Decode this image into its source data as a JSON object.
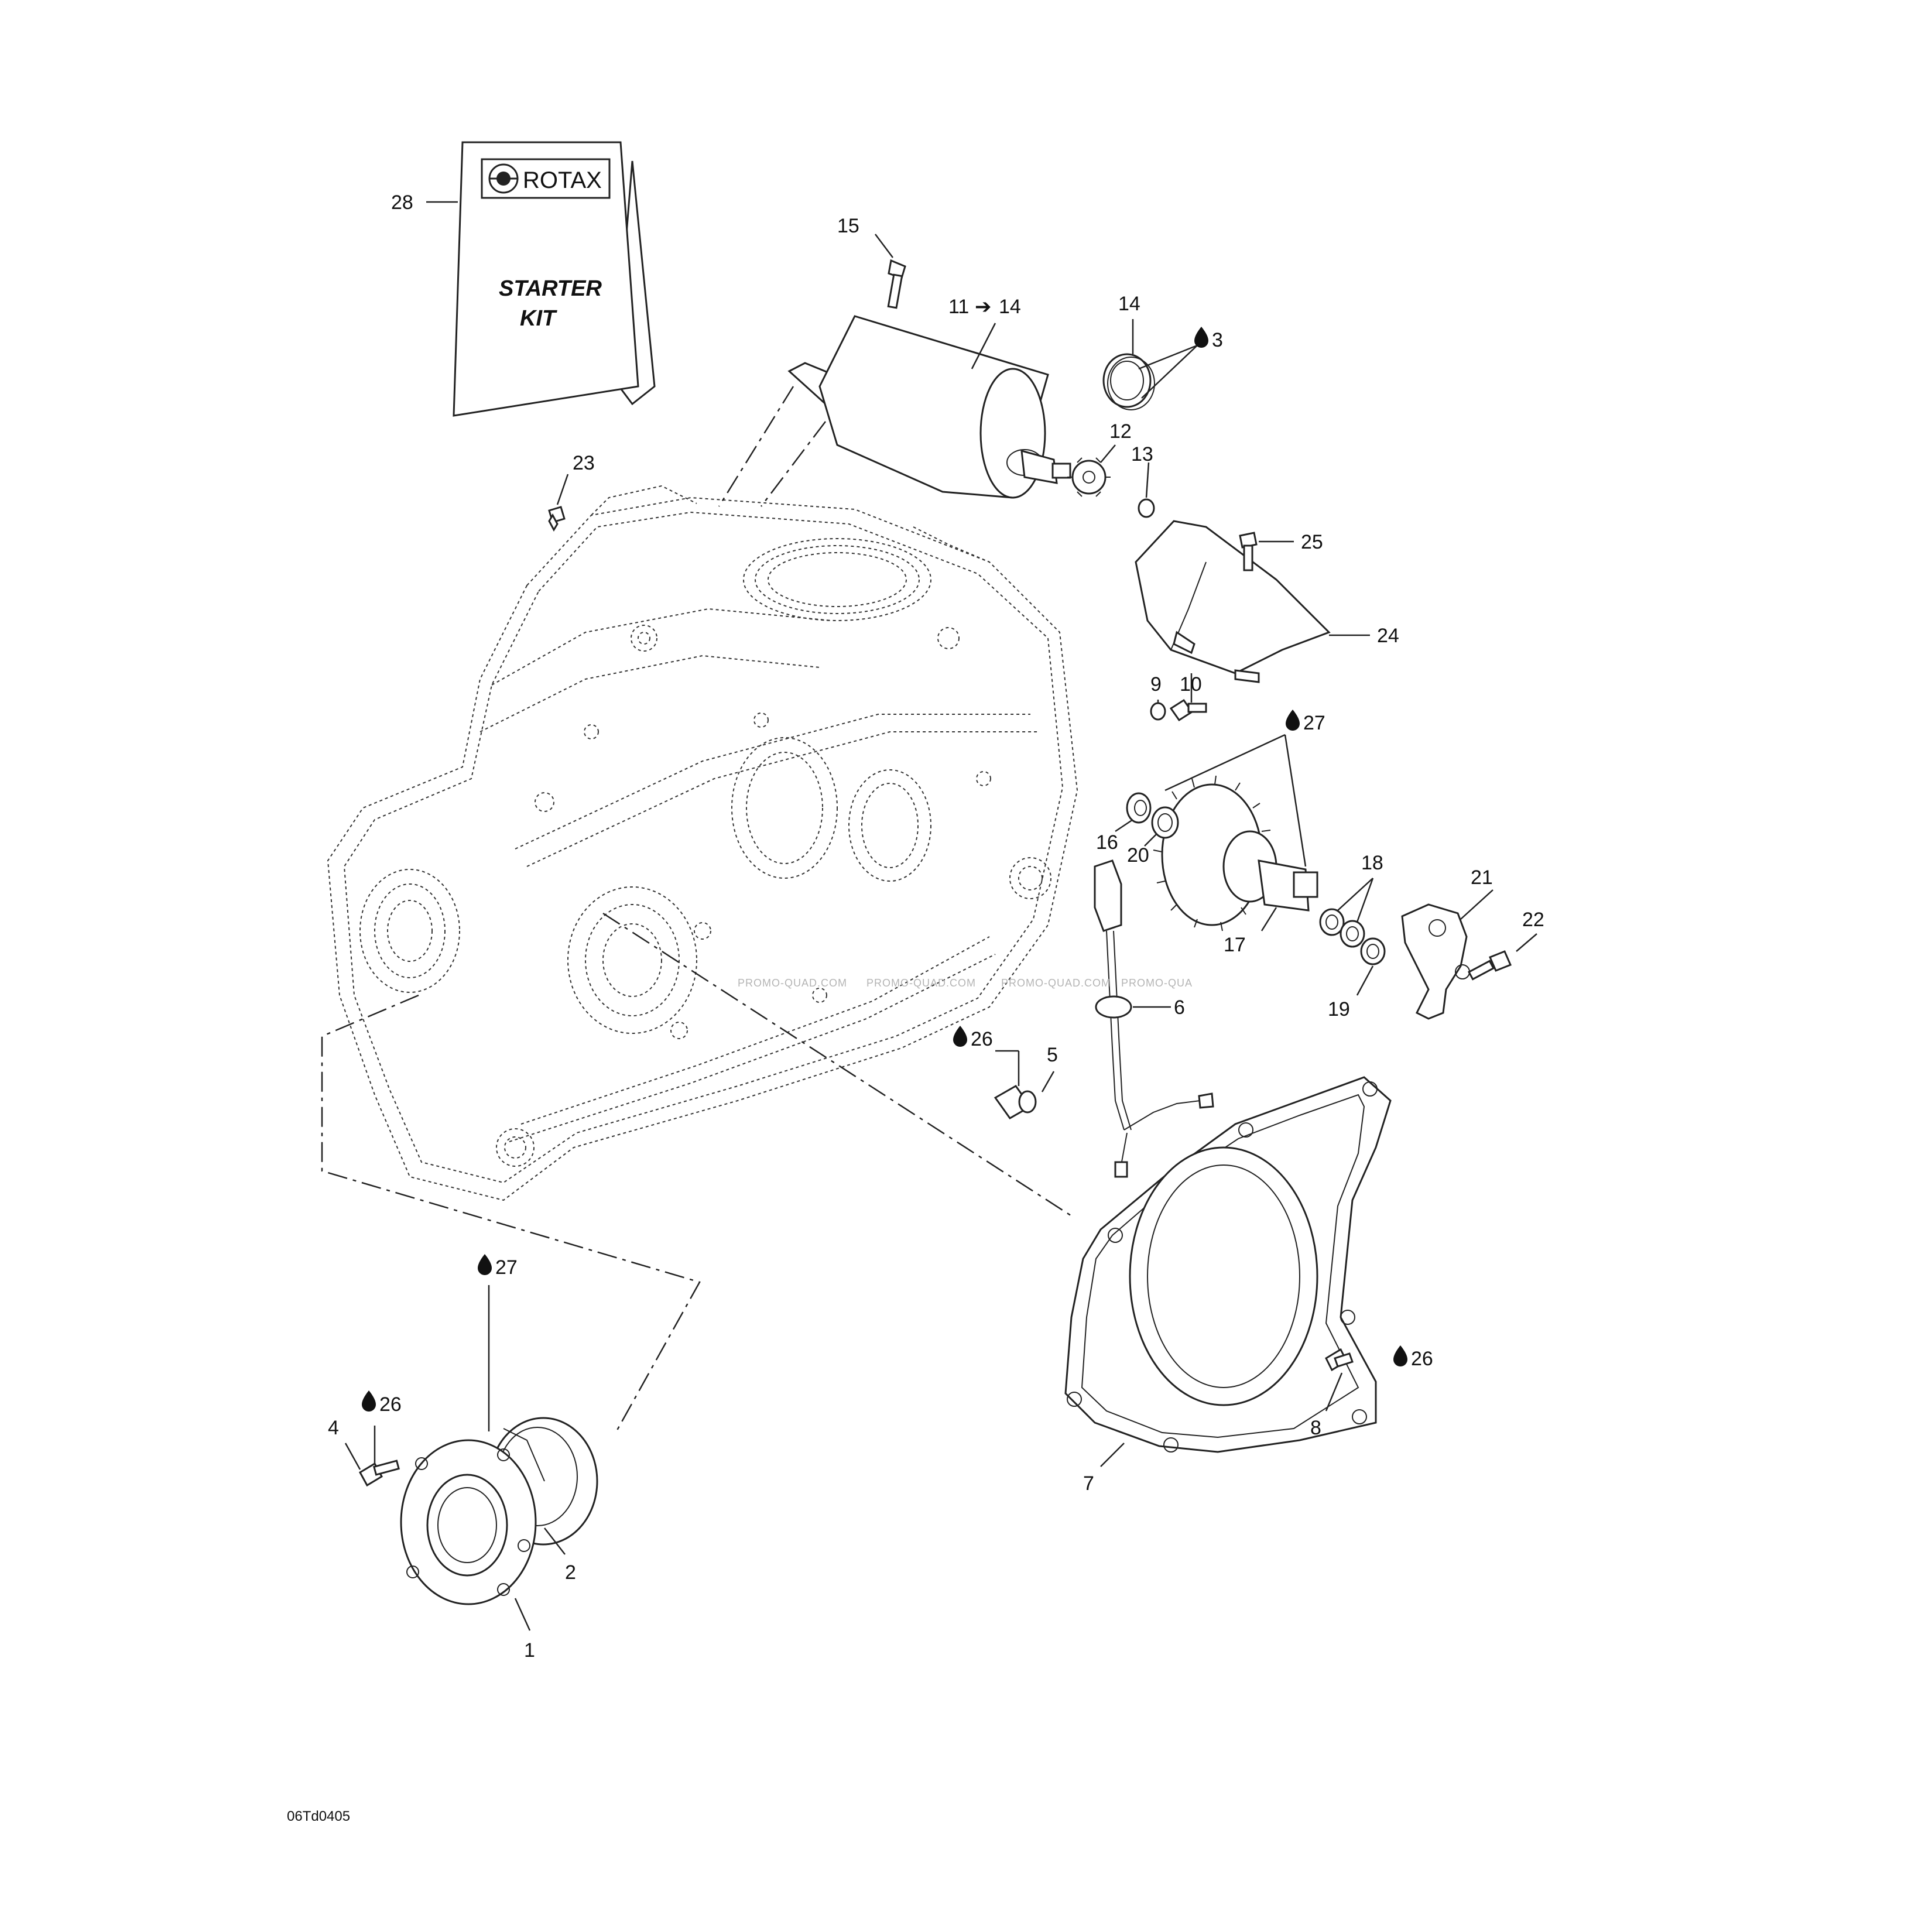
{
  "kit": {
    "brand": "ROTAX",
    "title_line1": "STARTER",
    "title_line2": "KIT"
  },
  "callouts": {
    "c1": "1",
    "c2": "2",
    "c4": "4",
    "c5": "5",
    "c6": "6",
    "c7": "7",
    "c8": "8",
    "c9": "9",
    "c10": "10",
    "c11": "11",
    "c11_arrow": "➔",
    "c11_end": "14",
    "c12": "12",
    "c13": "13",
    "c14": "14",
    "c15": "15",
    "c16": "16",
    "c17": "17",
    "c18": "18",
    "c19": "19",
    "c20": "20",
    "c21": "21",
    "c22": "22",
    "c23": "23",
    "c24": "24",
    "c25": "25",
    "c28": "28"
  },
  "lubricants": {
    "l3": "3",
    "l26_a": "26",
    "l26_b": "26",
    "l26_c": "26",
    "l27_a": "27",
    "l27_b": "27"
  },
  "watermark": {
    "w1": "PROMO-QUAD.COM",
    "w2": "PROMO-QUAD.COM",
    "w3": "PROMO-QUAD.COM",
    "w4": "PROMO-QUA"
  },
  "diagram_code": "06Td0405"
}
